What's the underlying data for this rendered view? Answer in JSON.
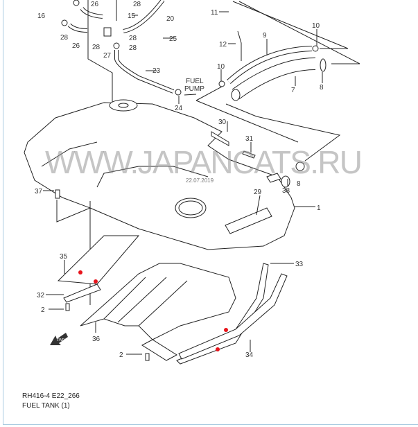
{
  "diagram": {
    "callouts": {
      "c16": "16",
      "c26a": "26",
      "c28a": "28",
      "c15": "15",
      "c20": "20",
      "c28b": "28",
      "c26b": "26",
      "c28c": "28",
      "c27": "27",
      "c28d": "28",
      "c28e": "28",
      "c25": "25",
      "c23": "23",
      "c24": "24",
      "c11": "11",
      "c12": "12",
      "c9": "9",
      "c10a": "10",
      "c10b": "10",
      "c7": "7",
      "c8a": "8",
      "c30": "30",
      "c31": "31",
      "c38": "38",
      "c8b": "8",
      "c29": "29",
      "c1": "1",
      "c37": "37",
      "c35": "35",
      "c32": "32",
      "c2a": "2",
      "c36": "36",
      "c2b": "2",
      "c34": "34",
      "c33": "33"
    },
    "fuel_pump_label": [
      "FUEL",
      "PUMP"
    ],
    "fwd_label": "FWD",
    "watermark": "WWW.JAPANCATS.RU",
    "date_stamp": "22.07.2019",
    "marker_color": "#e8141b"
  },
  "footer": {
    "code": "RH416-4 E22_266",
    "title": "FUEL TANK (1)"
  }
}
